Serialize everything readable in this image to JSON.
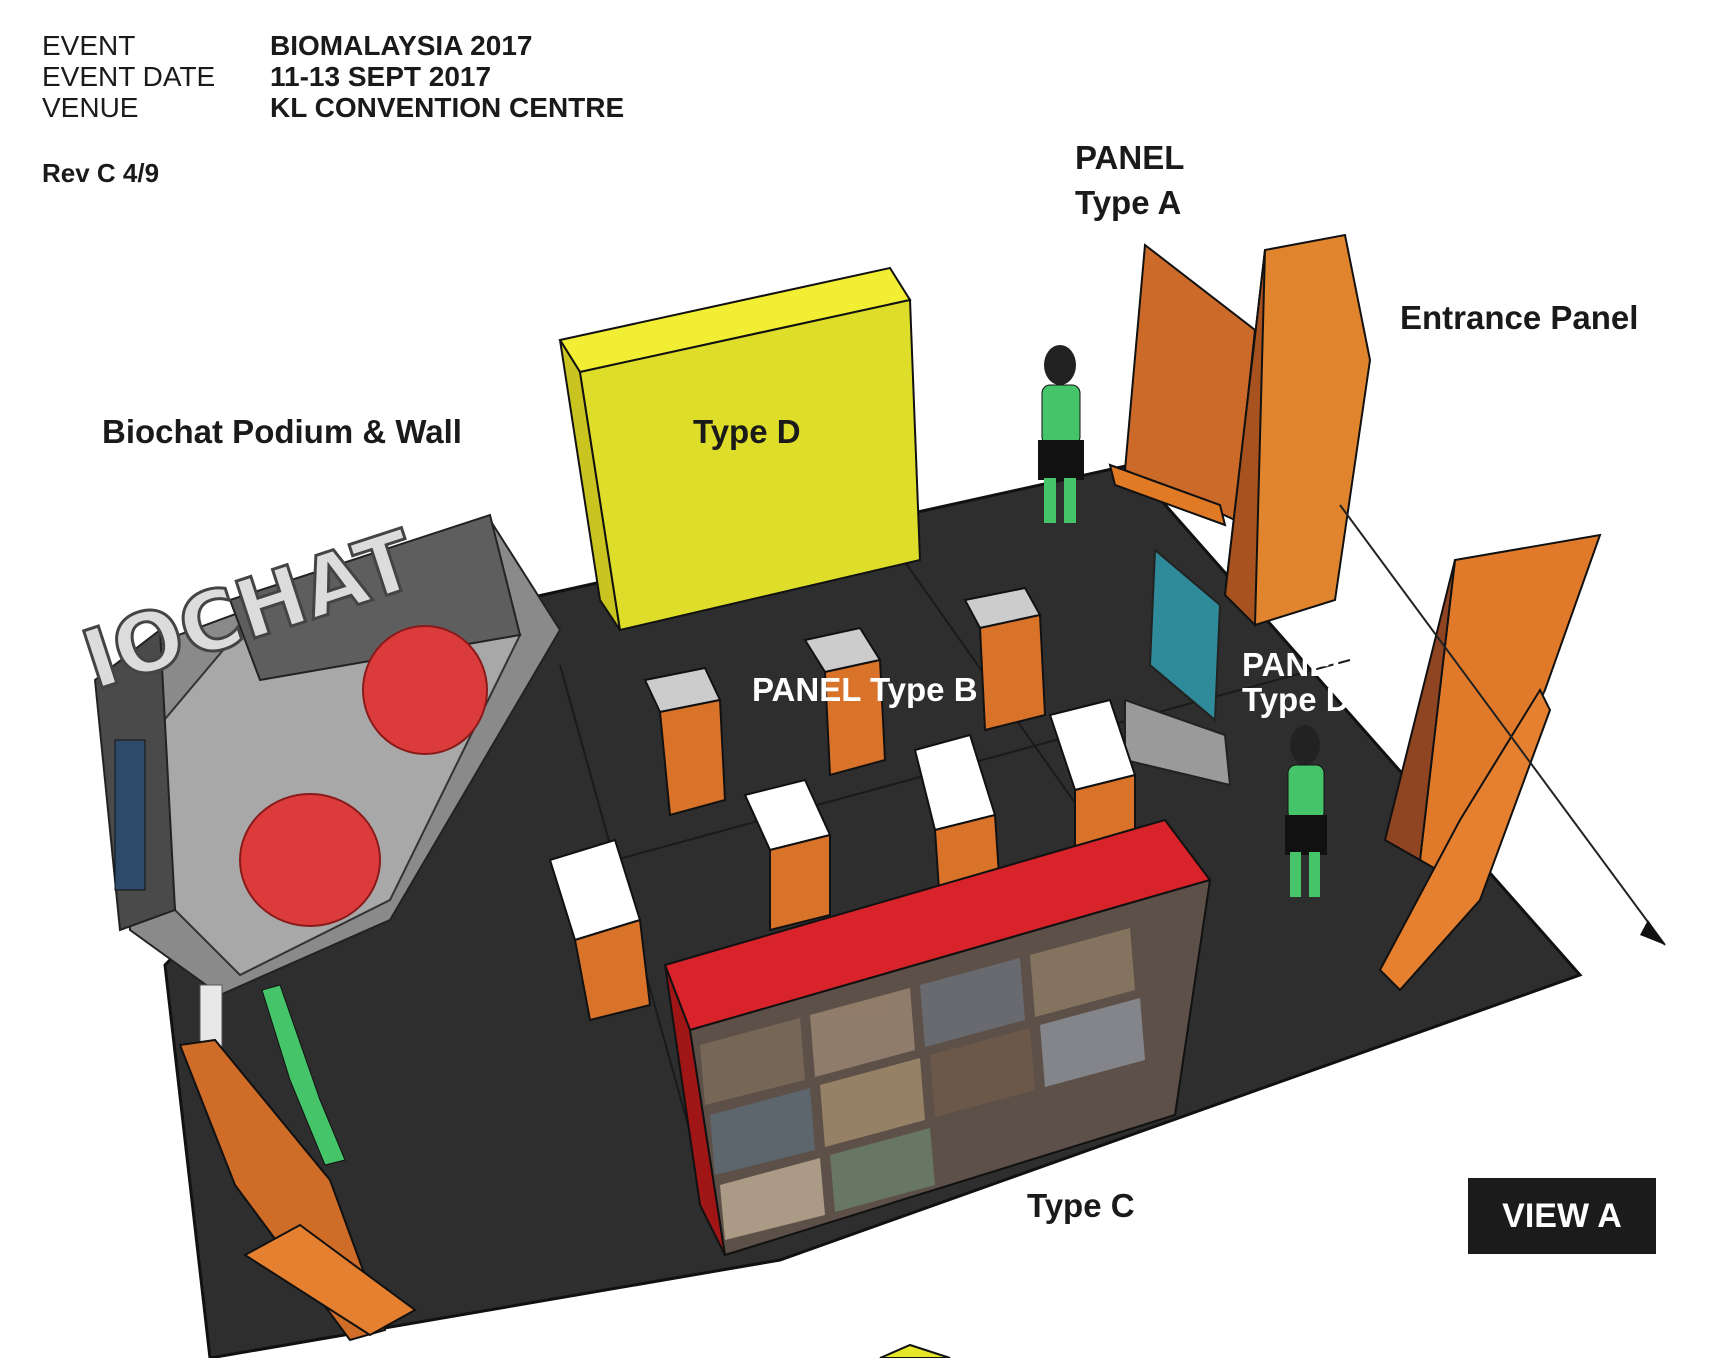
{
  "header": {
    "keys": [
      "EVENT",
      "EVENT DATE",
      "VENUE"
    ],
    "values": [
      "BIOMALAYSIA 2017",
      "11-13 SEPT 2017",
      "KL CONVENTION CENTRE"
    ],
    "revision": "Rev C 4/9"
  },
  "labels": {
    "panel_type_a_line1": "PANEL",
    "panel_type_a_line2": "Type A",
    "entrance_panel": "Entrance Panel",
    "biochat": "Biochat Podium & Wall",
    "type_d": "Type D",
    "panel_type_b": "PANEL Type B",
    "panel_type_d_line1": "PANEL",
    "panel_type_d_line2": "Type D",
    "type_c": "Type C",
    "view_badge": "VIEW A",
    "sign_letters": "IOCHAT"
  },
  "colors": {
    "floor": "#2e2e2e",
    "podium": "#8a8a8a",
    "orange": "#d9742a",
    "yellow": "#e6e62a",
    "red": "#d62828",
    "figure_green": "#3fbf66"
  }
}
